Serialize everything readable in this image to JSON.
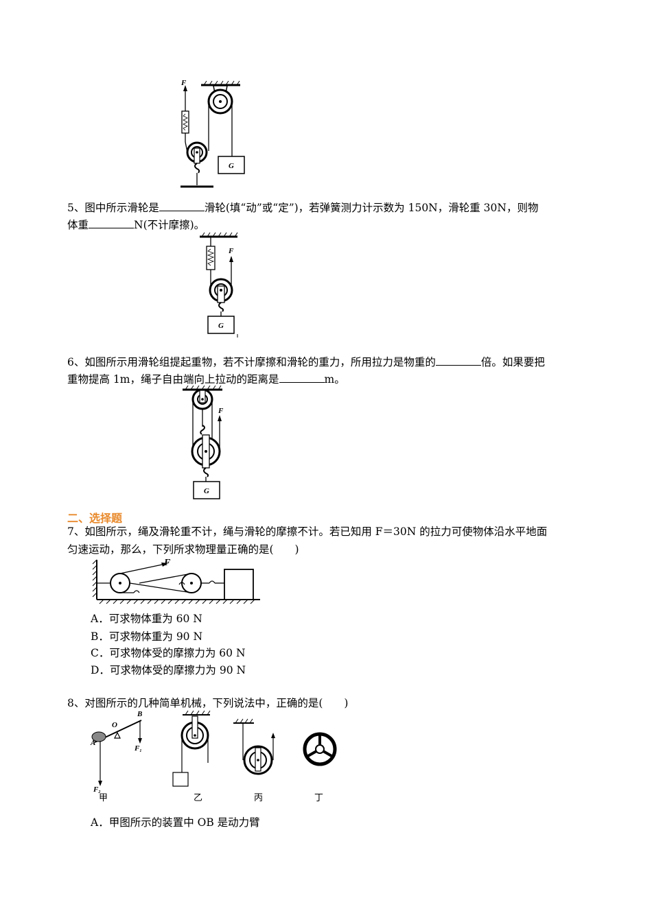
{
  "q5": {
    "line1_pre": "5、图中所示滑轮是",
    "line1_mid": "滑轮(填“动”或“定”)，若弹簧测力计示数为 150N，滑轮重 30N，则物",
    "line2_pre": "体重",
    "line2_post": "N(不计摩擦)。"
  },
  "q6": {
    "line1_pre": "6、如图所示用滑轮组提起重物，若不计摩擦和滑轮的重力，所用拉力是物重的",
    "line1_post": "倍。如果要把",
    "line2_pre": "重物提高 1m，绳子自由端向上拉动的距离是",
    "line2_post": "m。"
  },
  "section2": {
    "title": "二、选择题"
  },
  "q7": {
    "line1": "7、如图所示，绳及滑轮重不计，绳与滑轮的摩擦不计。若已知用 F＝30N 的拉力可使物体沿水平地面",
    "line2": "匀速运动，那么，下列所求物理量正确的是(　　)",
    "options": [
      "A．可求物体重为 60  N",
      "B．可求物体重为 90  N",
      "C．可求物体受的摩擦力为 60  N",
      "D．可求物体受的摩擦力为 90  N"
    ]
  },
  "q8": {
    "line1": "8、对图所示的几种简单机械，下列说法中，正确的是(　　)",
    "fig_labels": [
      "甲",
      "乙",
      "丙",
      "丁"
    ],
    "option_a": "A．甲图所示的装置中 OB 是动力臂"
  },
  "figure_labels": {
    "F": "F",
    "G": "G",
    "A": "A",
    "O": "O",
    "B": "B",
    "F1": "F",
    "F1_sub": "1",
    "F2": "F",
    "F2_sub": "2"
  }
}
